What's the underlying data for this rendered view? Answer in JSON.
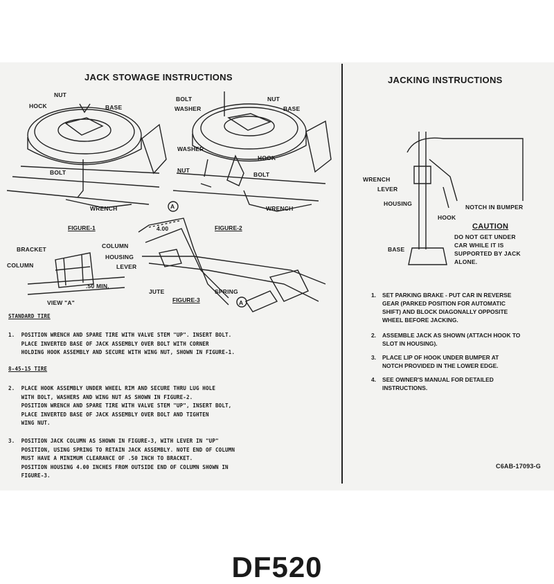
{
  "left_panel": {
    "title": "JACK STOWAGE INSTRUCTIONS",
    "figure1_labels": {
      "nut": "NUT",
      "hook": "HOCK",
      "base": "BASE",
      "bolt": "BOLT",
      "wrench": "WRENCH",
      "caption": "FIGURE-1"
    },
    "figure2_labels": {
      "bolt": "BOLT",
      "washer_top": "WASHER",
      "nut_top": "NUT",
      "base": "BASE",
      "washer": "WASHER",
      "hook": "HOOK",
      "nut": "NUT",
      "bolt_lower": "BOLT",
      "wrench": "WRENCH",
      "caption": "FIGURE-2"
    },
    "figure3_labels": {
      "marker": "A",
      "dimension": "4.00",
      "column": "COLUMN",
      "housing": "HOUSING",
      "lever": "LEVER",
      "jute": "JUTE",
      "spring": "SPRING",
      "caption": "FIGURE-3",
      "marker2": "A"
    },
    "view_labels": {
      "bracket": "BRACKET",
      "column": "COLUMN",
      "clearance": ".50 MIN.",
      "caption": "VIEW \"A\""
    },
    "section1_heading": "STANDARD TIRE",
    "step1": "1.  POSITION WRENCH AND SPARE TIRE WITH VALVE STEM \"UP\". INSERT BOLT.\n    PLACE INVERTED BASE OF JACK ASSEMBLY OVER BOLT WITH CORNER\n    HOLDING HOOK ASSEMBLY AND SECURE WITH WING NUT, SHOWN IN FIGURE-1.",
    "section2_heading": "8-45-15 TIRE",
    "step2": "2.  PLACE HOOK ASSEMBLY UNDER WHEEL RIM AND SECURE THRU LUG HOLE\n    WITH BOLT, WASHERS AND WING NUT AS SHOWN IN FIGURE-2.\n    POSITION WRENCH AND SPARE TIRE WITH VALVE STEM \"UP\", INSERT BOLT,\n    PLACE INVERTED BASE OF JACK ASSEMBLY OVER BOLT AND TIGHTEN\n    WING NUT.",
    "step3": "3.  POSITION JACK COLUMN AS SHOWN IN FIGURE-3, WITH LEVER IN \"UP\"\n    POSITION, USING SPRING TO RETAIN JACK ASSEMBLY. NOTE END OF COLUMN\n    MUST HAVE A MINIMUM CLEARANCE OF .50 INCH TO BRACKET.\n    POSITION HOUSING 4.00 INCHES FROM OUTSIDE END OF COLUMN SHOWN IN\n    FIGURE-3."
  },
  "right_panel": {
    "title": "JACKING INSTRUCTIONS",
    "labels": {
      "wrench": "WRENCH",
      "lever": "LEVER",
      "housing": "HOUSING",
      "notch": "NOTCH IN BUMPER",
      "hook": "HOOK",
      "base": "BASE"
    },
    "caution_title": "CAUTION",
    "caution_text": "DO NOT GET UNDER CAR WHILE IT IS SUPPORTED BY JACK ALONE.",
    "steps": [
      {
        "num": "1.",
        "text": "SET PARKING BRAKE - PUT CAR IN REVERSE GEAR (PARKED POSITION FOR AUTOMATIC SHIFT) AND BLOCK DIAGONALLY OPPOSITE WHEEL BEFORE JACKING."
      },
      {
        "num": "2.",
        "text": "ASSEMBLE JACK AS SHOWN (ATTACH HOOK TO SLOT IN HOUSING)."
      },
      {
        "num": "3.",
        "text": "PLACE LIP OF HOOK UNDER BUMPER AT NOTCH PROVIDED IN THE LOWER EDGE."
      },
      {
        "num": "4.",
        "text": "SEE OWNER'S MANUAL FOR DETAILED INSTRUCTIONS."
      }
    ],
    "part_number": "C6AB-17093-G"
  },
  "footer_code": "DF520"
}
